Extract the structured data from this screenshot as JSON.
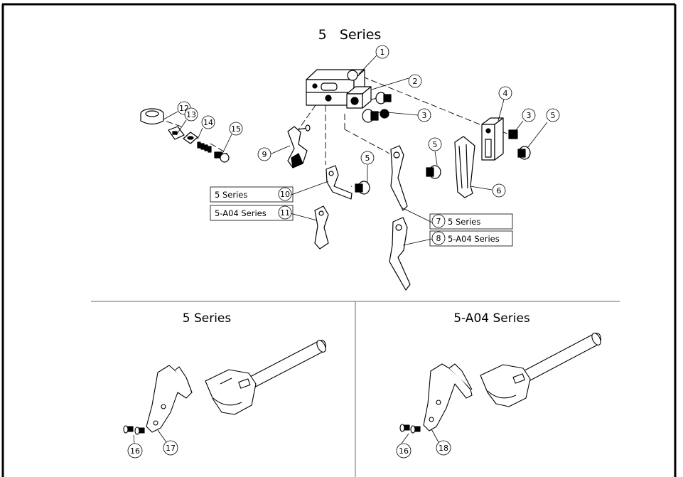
{
  "main_title": "5   Series",
  "bubbles": [
    {
      "id": "b1",
      "text": "1"
    },
    {
      "id": "b2",
      "text": "2"
    },
    {
      "id": "b3a",
      "text": "3"
    },
    {
      "id": "b3b",
      "text": "3"
    },
    {
      "id": "b4",
      "text": "4"
    },
    {
      "id": "b5a",
      "text": "5"
    },
    {
      "id": "b5b",
      "text": "5"
    },
    {
      "id": "b5c",
      "text": "5"
    },
    {
      "id": "b6",
      "text": "6"
    },
    {
      "id": "b7",
      "text": "7"
    },
    {
      "id": "b8",
      "text": "8"
    },
    {
      "id": "b9",
      "text": "9"
    },
    {
      "id": "b10",
      "text": "10"
    },
    {
      "id": "b11",
      "text": "11"
    },
    {
      "id": "b12",
      "text": "12"
    },
    {
      "id": "b13",
      "text": "13"
    },
    {
      "id": "b14",
      "text": "14"
    },
    {
      "id": "b15",
      "text": "15"
    },
    {
      "id": "b16a",
      "text": "16"
    },
    {
      "id": "b16b",
      "text": "16"
    },
    {
      "id": "b17",
      "text": "17"
    },
    {
      "id": "b18",
      "text": "18"
    }
  ],
  "variant_labels": {
    "label_10": "5 Series",
    "label_11": "5-A04 Series",
    "label_7": "5 Series",
    "label_8": "5-A04 Series"
  },
  "panel_left_title": "5 Series",
  "panel_right_title": "5-A04 Series"
}
